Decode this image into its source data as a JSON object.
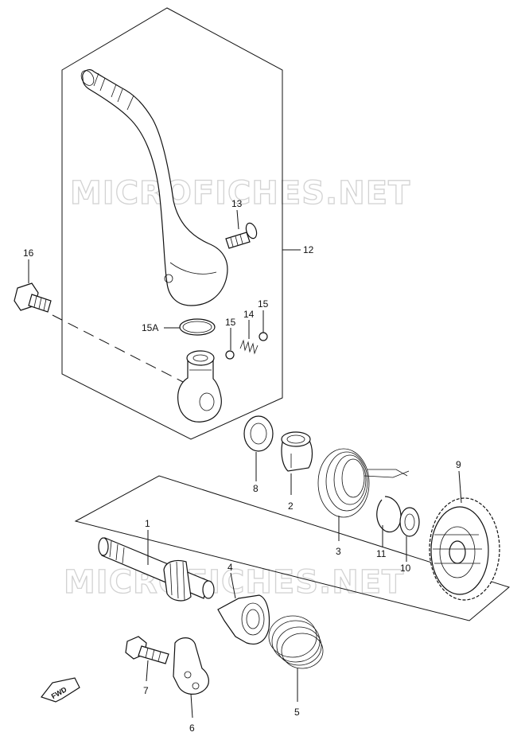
{
  "watermark": {
    "top": "MICROFICHES.NET",
    "bottom": "MICROFICHES.NET"
  },
  "fwd_label": "FWD",
  "callouts": [
    {
      "id": "1",
      "text": "1"
    },
    {
      "id": "2",
      "text": "2"
    },
    {
      "id": "3",
      "text": "3"
    },
    {
      "id": "4",
      "text": "4"
    },
    {
      "id": "5",
      "text": "5"
    },
    {
      "id": "6",
      "text": "6"
    },
    {
      "id": "7",
      "text": "7"
    },
    {
      "id": "8",
      "text": "8"
    },
    {
      "id": "9",
      "text": "9"
    },
    {
      "id": "10",
      "text": "10"
    },
    {
      "id": "11",
      "text": "11"
    },
    {
      "id": "12",
      "text": "12"
    },
    {
      "id": "13",
      "text": "13"
    },
    {
      "id": "14",
      "text": "14"
    },
    {
      "id": "15a",
      "text": "15"
    },
    {
      "id": "15b",
      "text": "15"
    },
    {
      "id": "15A",
      "text": "15A"
    },
    {
      "id": "16",
      "text": "16"
    }
  ]
}
